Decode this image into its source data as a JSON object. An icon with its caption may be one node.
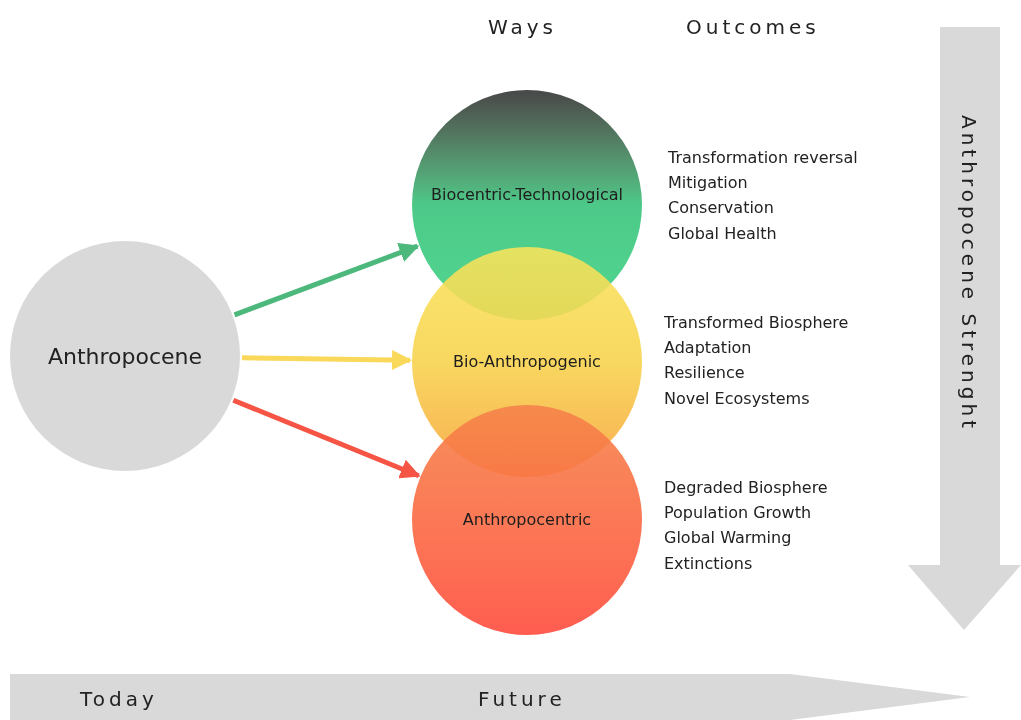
{
  "diagram": {
    "nodes": [
      {
        "text": [
          "Anthropocene"
        ]
      },
      {
        "text": [
          "Biocentric-Technological"
        ]
      },
      {
        "text": [
          "Bio-Anthropogenic"
        ]
      },
      {
        "text": [
          "Anthropocentric"
        ]
      },
      {
        "text": [
          "Anthropocene Strenght"
        ]
      },
      {
        "text": [
          "Today",
          "Future"
        ]
      }
    ],
    "edges": [
      {
        "from": 0,
        "to": 1,
        "arrow": "to",
        "color": "#4cb87c"
      },
      {
        "from": 0,
        "to": 2,
        "arrow": "to",
        "color": "#fad85a"
      },
      {
        "from": 0,
        "to": 3,
        "arrow": "to",
        "color": "#f65545"
      }
    ],
    "labels": [
      "Ways",
      "Outcomes",
      "Transformation reversal",
      "Mitigation",
      "Conservation",
      "Global Health",
      "Transformed Biosphere",
      "Adaptation",
      "Resilience",
      "Novel Ecosystems",
      "Degraded Biosphere",
      "Population Growth",
      "Global Warming",
      "Extinctions"
    ]
  }
}
